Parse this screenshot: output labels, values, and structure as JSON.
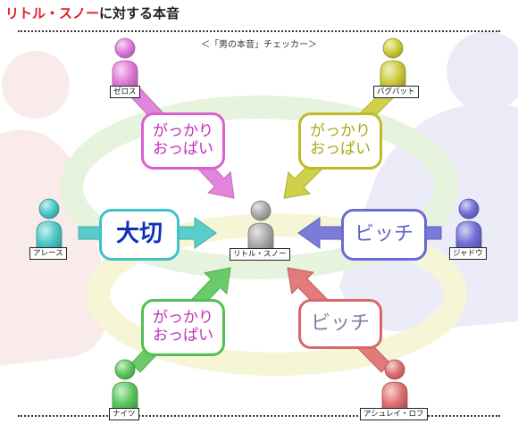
{
  "title": {
    "highlight": "リトル・スノー",
    "rest": "に対する本音"
  },
  "subtitle": "＜「男の本音」チェッカー＞",
  "center": {
    "name": "リトル・スノー",
    "color": "#a8a8a8"
  },
  "people": [
    {
      "id": "zeros",
      "name": "ゼロス",
      "color": "#e07ad8"
    },
    {
      "id": "bagubat",
      "name": "バグバット",
      "color": "#cccc3a"
    },
    {
      "id": "ares",
      "name": "アレース",
      "color": "#4cc8c8"
    },
    {
      "id": "jadou",
      "name": "ジャドウ",
      "color": "#7070d8"
    },
    {
      "id": "naiz",
      "name": "ナイツ",
      "color": "#5cc85c"
    },
    {
      "id": "ashur",
      "name": "アシュレイ・ロフ",
      "color": "#e07070"
    }
  ],
  "labels": [
    {
      "id": "zeros",
      "lines": [
        "がっかり",
        "おっぱい"
      ]
    },
    {
      "id": "bagubat",
      "lines": [
        "がっかり",
        "おっぱい"
      ]
    },
    {
      "id": "ares",
      "lines": [
        "大切"
      ]
    },
    {
      "id": "jadou",
      "lines": [
        "ビッチ"
      ]
    },
    {
      "id": "naiz",
      "lines": [
        "がっかり",
        "おっぱい"
      ]
    },
    {
      "id": "ashur",
      "lines": [
        "ビッチ"
      ]
    }
  ]
}
